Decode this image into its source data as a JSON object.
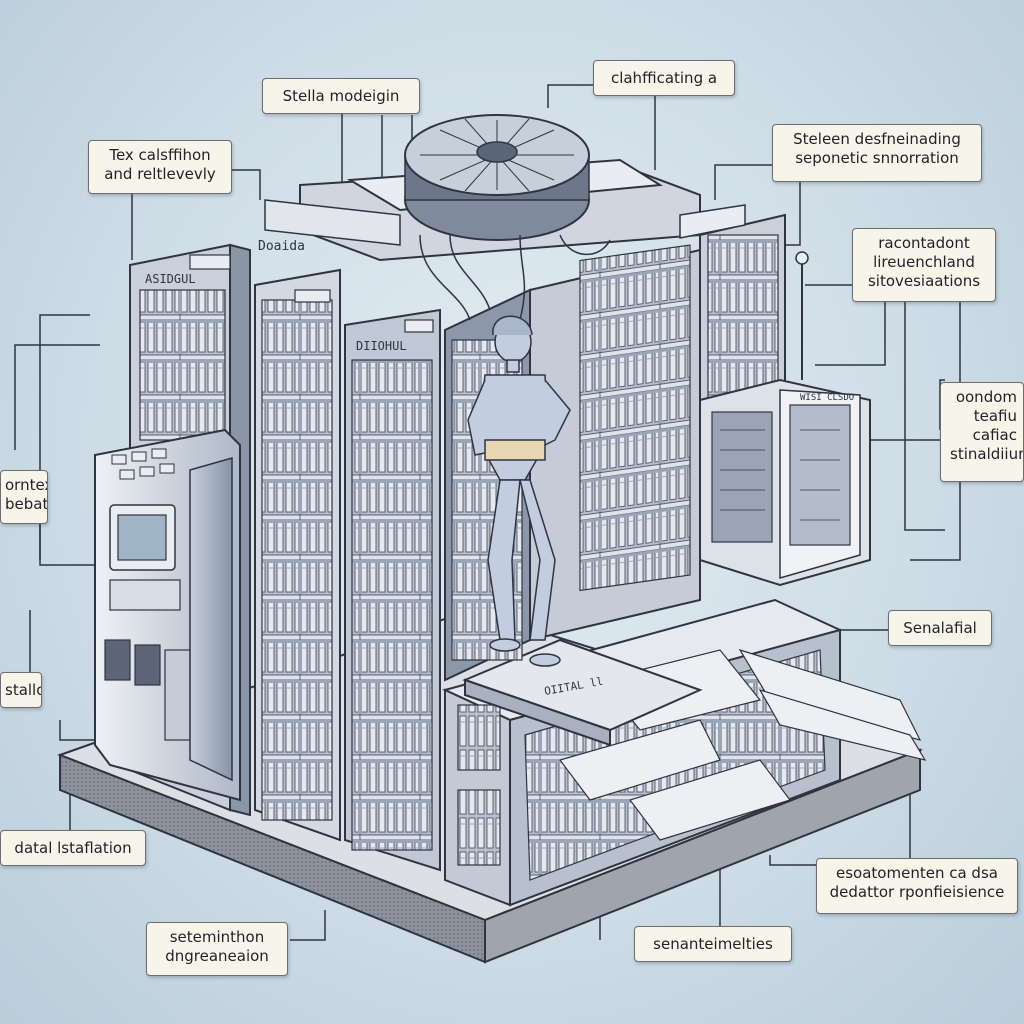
{
  "callouts": {
    "stella_modeling": {
      "lines": [
        "Stella modeigin"
      ]
    },
    "clarifying": {
      "lines": [
        "clahfficating a"
      ]
    },
    "tex_calsifhion": {
      "lines": [
        "Tex calsffihon",
        "and reltlevevly"
      ]
    },
    "steleen": {
      "lines": [
        "Steleen desfneinading",
        "seponetic snnorration"
      ]
    },
    "racontadont": {
      "lines": [
        "racontadont",
        "lireuenchland",
        "sitovesiaations"
      ]
    },
    "oondom": {
      "lines": [
        "oondom",
        "teafiu",
        "cafiac",
        "stinaldiiun"
      ]
    },
    "cortex": {
      "lines": [
        "orntex",
        "bebate llt"
      ]
    },
    "stallon": {
      "lines": [
        "stallon"
      ]
    },
    "senalafial": {
      "lines": [
        "Senalafial"
      ]
    },
    "datal_lstaflation": {
      "lines": [
        "datal lstaflation"
      ]
    },
    "esoatomenten": {
      "lines": [
        "esoatomenten ca dsa",
        "dedattor rponfieisience"
      ]
    },
    "seteminthon": {
      "lines": [
        "seteminthon",
        "dngreaneaion"
      ]
    },
    "senanteimelties": {
      "lines": [
        "senanteimelties"
      ]
    }
  },
  "machine_labels": {
    "left_tower": "ASIDGUL",
    "mid_tower": "DIIOHUL",
    "top_unit": "Doaida",
    "platform": "OIITAL ll",
    "screen_unit": "WISI CLSDO"
  },
  "colors": {
    "background": "#cfdde7",
    "metal_light": "#d6dde6",
    "metal_mid": "#aab6c6",
    "metal_dark": "#3e4656",
    "books": "#c8cfdb",
    "figure": "#b9c6dc",
    "line": "#2f3440"
  }
}
